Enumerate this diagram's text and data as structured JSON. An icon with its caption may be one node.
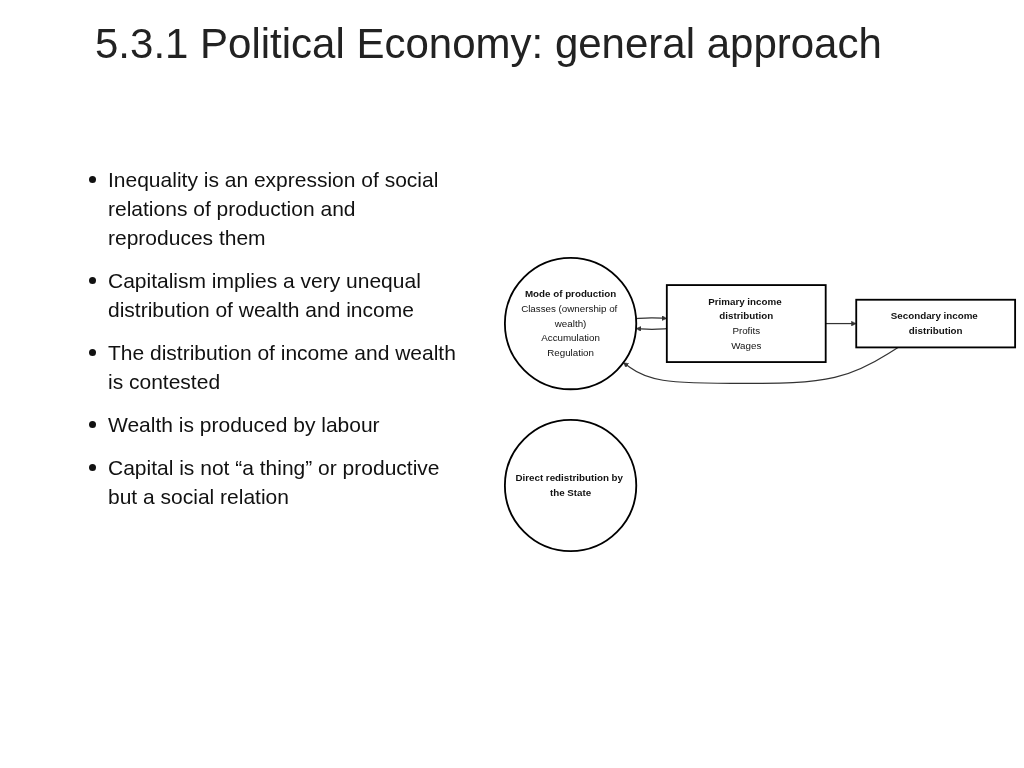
{
  "diagram": {
    "title": "5.3.1 Political Economy: general approach",
    "nodes": [
      {
        "text": [
          "Mode of production",
          "Classes (ownership of wealth)",
          "Accumulation",
          "Regulation"
        ]
      },
      {
        "text": [
          "Primary income distribution",
          "Profits",
          "Wages"
        ]
      },
      {
        "text": [
          "Direct redistribution by the State"
        ]
      },
      {
        "text": [
          "Secondary income distribution"
        ]
      }
    ],
    "edges": [
      {
        "from": 1,
        "to": 0,
        "arrow": "to"
      },
      {
        "from": 0,
        "to": 1,
        "arrow": "to"
      },
      {
        "from": 1,
        "to": 3,
        "arrow": "to"
      },
      {
        "from": 3,
        "to": 0,
        "arrow": "to"
      }
    ],
    "labels": [
      "Inequality is an expression of social relations of production and reproduces them",
      "Capitalism implies a very unequal distribution of wealth and income",
      "The distribution of income and wealth is contested",
      "Wealth is produced by labour",
      "Capital is not “a thing” or productive but a social relation"
    ]
  }
}
